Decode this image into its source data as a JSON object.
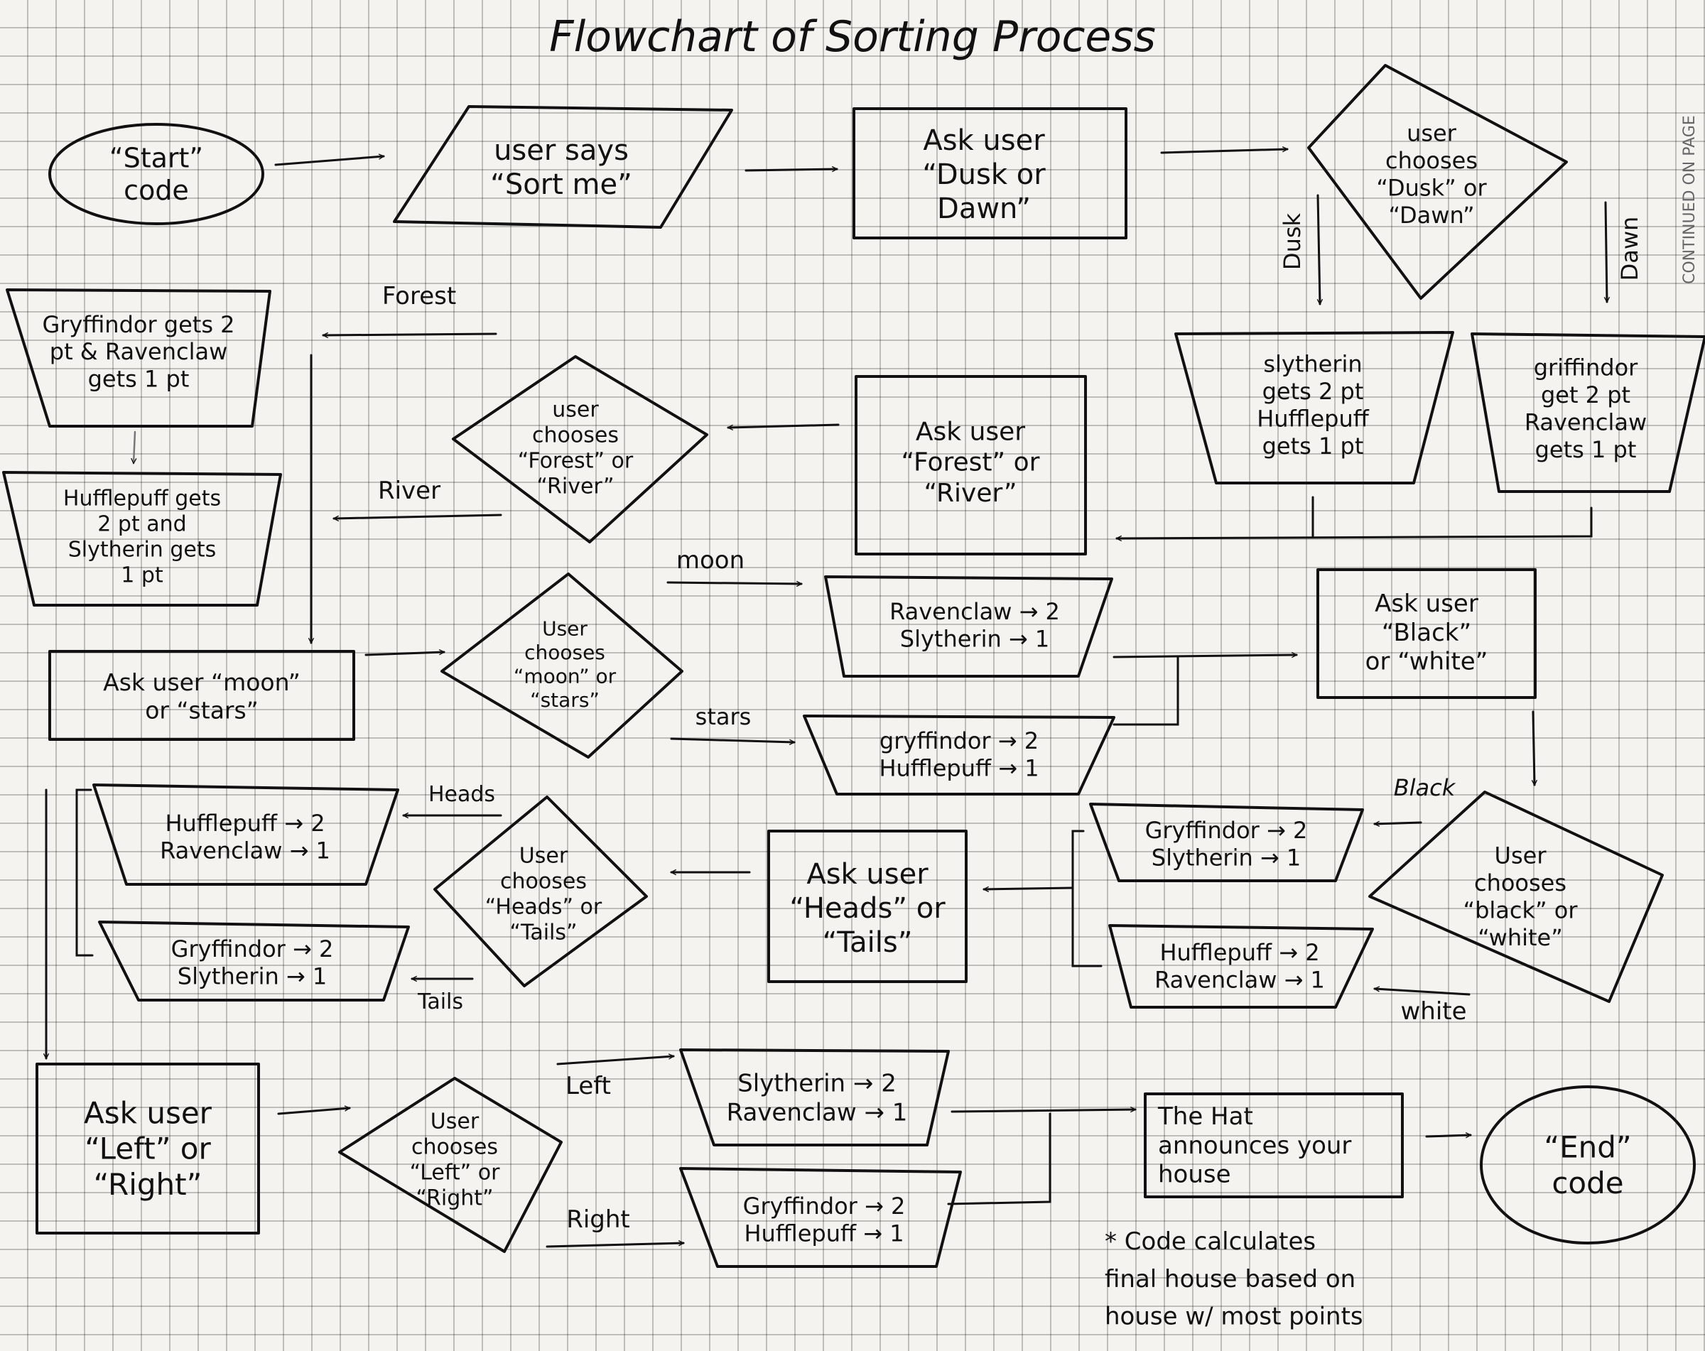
{
  "title": "Flowchart of Sorting Process",
  "side_note": "CONTINUED ON PAGE",
  "nodes": {
    "start": [
      "“Start”",
      "code"
    ],
    "sort_me": [
      "user says",
      "“Sort me”"
    ],
    "ask_dusk_dawn": [
      "Ask user",
      "“Dusk or",
      "Dawn”"
    ],
    "choose_dusk_dawn": [
      "user",
      "chooses",
      "“Dusk” or",
      "“Dawn”"
    ],
    "dusk_points": [
      "slytherin",
      "gets 2 pt",
      "Hufflepuff",
      "gets 1 pt"
    ],
    "dawn_points": [
      "griffindor",
      "get 2 pt",
      "Ravenclaw",
      "gets 1 pt"
    ],
    "ask_forest_river": [
      "Ask user",
      "“Forest” or",
      "“River”"
    ],
    "choose_forest_river": [
      "user",
      "chooses",
      "“Forest” or",
      "“River”"
    ],
    "forest_points": [
      "Gryffindor gets 2",
      "pt & Ravenclaw",
      "gets 1 pt"
    ],
    "river_points": [
      "Hufflepuff gets",
      "2 pt and",
      "Slytherin gets",
      "1 pt"
    ],
    "ask_moon_stars": [
      "Ask user “moon”",
      "or “stars”"
    ],
    "choose_moon_stars": [
      "User",
      "chooses",
      "“moon” or",
      "“stars”"
    ],
    "moon_points": [
      "Ravenclaw → 2",
      "Slytherin → 1"
    ],
    "stars_points": [
      "gryffindor → 2",
      "Hufflepuff → 1"
    ],
    "ask_black_white": [
      "Ask user",
      "“Black”",
      "or “white”"
    ],
    "choose_black_white": [
      "User",
      "chooses",
      "“black” or",
      "“white”"
    ],
    "black_points": [
      "Gryffindor → 2",
      "Slytherin → 1"
    ],
    "white_points": [
      "Hufflepuff → 2",
      "Ravenclaw → 1"
    ],
    "ask_heads_tails": [
      "Ask user",
      "“Heads” or",
      "“Tails”"
    ],
    "choose_heads_tails": [
      "User",
      "chooses",
      "“Heads” or",
      "“Tails”"
    ],
    "heads_points": [
      "Hufflepuff → 2",
      "Ravenclaw → 1"
    ],
    "tails_points": [
      "Gryffindor → 2",
      "Slytherin → 1"
    ],
    "ask_left_right": [
      "Ask user",
      "“Left” or",
      "“Right”"
    ],
    "choose_left_right": [
      "User",
      "chooses",
      "“Left” or",
      "“Right”"
    ],
    "left_points": [
      "Slytherin → 2",
      "Ravenclaw → 1"
    ],
    "right_points": [
      "Gryffindor → 2",
      "Hufflepuff → 1"
    ],
    "announce": [
      "The Hat",
      "announces your",
      "house"
    ],
    "end": [
      "“End”",
      "code"
    ]
  },
  "edge_labels": {
    "dusk": "Dusk",
    "dawn": "Dawn",
    "forest": "Forest",
    "river": "River",
    "moon": "moon",
    "stars": "stars",
    "black": "Black",
    "white": "white",
    "heads": "Heads",
    "tails": "Tails",
    "left": "Left",
    "right": "Right"
  },
  "footnote": [
    "* Code calculates",
    "final house based on",
    "house w/ most points"
  ]
}
